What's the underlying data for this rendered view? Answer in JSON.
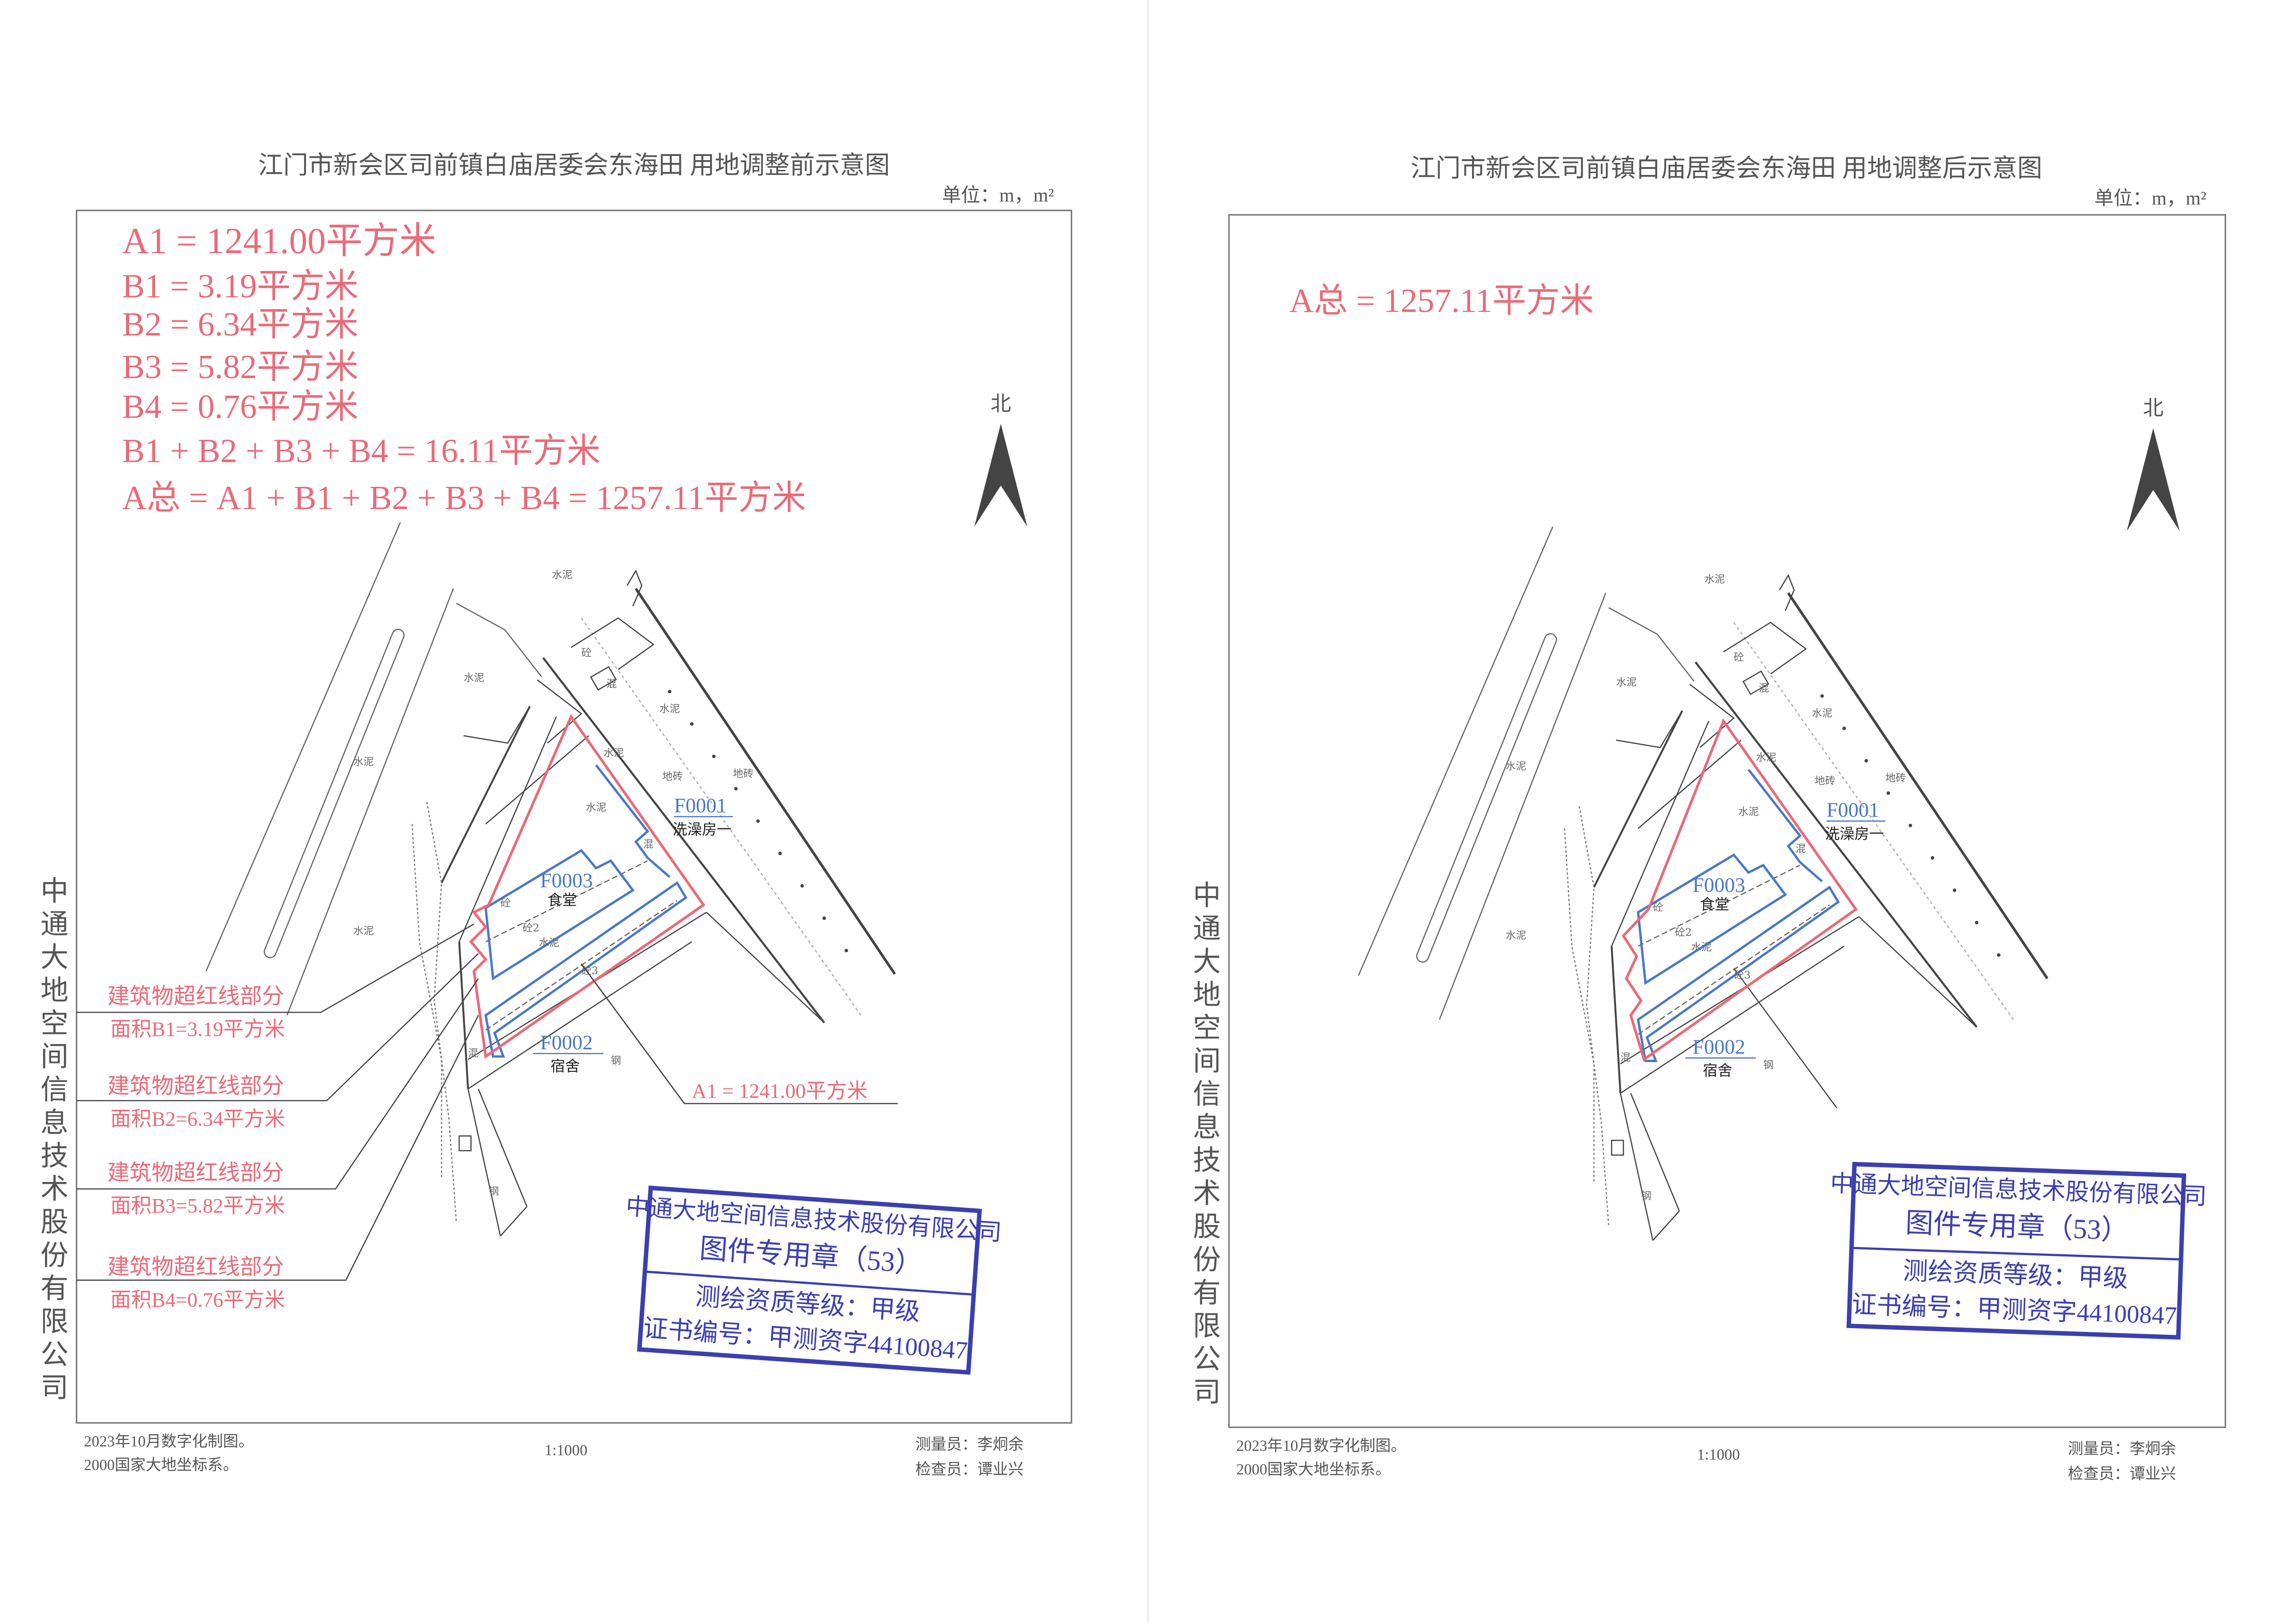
{
  "left": {
    "title": "江门市新会区司前镇白庙居委会东海田 用地调整前示意图",
    "unit": "单位：m，m²",
    "areas": [
      "A1 = 1241.00平方米",
      "B1 = 3.19平方米",
      "B2 = 6.34平方米",
      "B3 = 5.82平方米",
      "B4 = 0.76平方米",
      "B1 + B2 + B3 + B4 = 16.11平方米",
      "A总 = A1 + B1 + B2 + B3 + B4 = 1257.11平方米"
    ],
    "callouts": [
      {
        "line1": "建筑物超红线部分",
        "line2": "面积B1=3.19平方米"
      },
      {
        "line1": "建筑物超红线部分",
        "line2": "面积B2=6.34平方米"
      },
      {
        "line1": "建筑物超红线部分",
        "line2": "面积B3=5.82平方米"
      },
      {
        "line1": "建筑物超红线部分",
        "line2": "面积B4=0.76平方米"
      }
    ],
    "a1_callout": "A1 = 1241.00平方米"
  },
  "right": {
    "title": "江门市新会区司前镇白庙居委会东海田 用地调整后示意图",
    "unit": "单位：m，m²",
    "total": "A总 = 1257.11平方米"
  },
  "north": "北",
  "company_vertical": [
    "中",
    "通",
    "大",
    "地",
    "空",
    "间",
    "信",
    "息",
    "技",
    "术",
    "股",
    "份",
    "有",
    "限",
    "公",
    "司"
  ],
  "stamp": {
    "line1": "中通大地空间信息技术股份有限公司",
    "line2": "图件专用章（53）",
    "line3": "测绘资质等级：甲级",
    "line4": "证书编号：甲测资字44100847"
  },
  "map_labels": {
    "cement": "水泥",
    "concrete": "砼",
    "mixed": "混",
    "tile": "地砖",
    "concrete2": "砼2",
    "concrete3": "砼3",
    "steel": "钢",
    "f0001": "F0001",
    "f0001_name": "洗澡房一",
    "f0002": "F0002",
    "f0002_name": "宿舍",
    "f0003": "F0003",
    "f0003_name": "食堂"
  },
  "footer": {
    "date": "2023年10月数字化制图。",
    "crs": "2000国家大地坐标系。",
    "scale": "1:1000",
    "surveyor": "测量员：李炯余",
    "checker": "检查员：谭业兴"
  },
  "colors": {
    "red": "#ea6a78",
    "blue": "#4a78c8",
    "stamp": "#3b3fb0"
  }
}
